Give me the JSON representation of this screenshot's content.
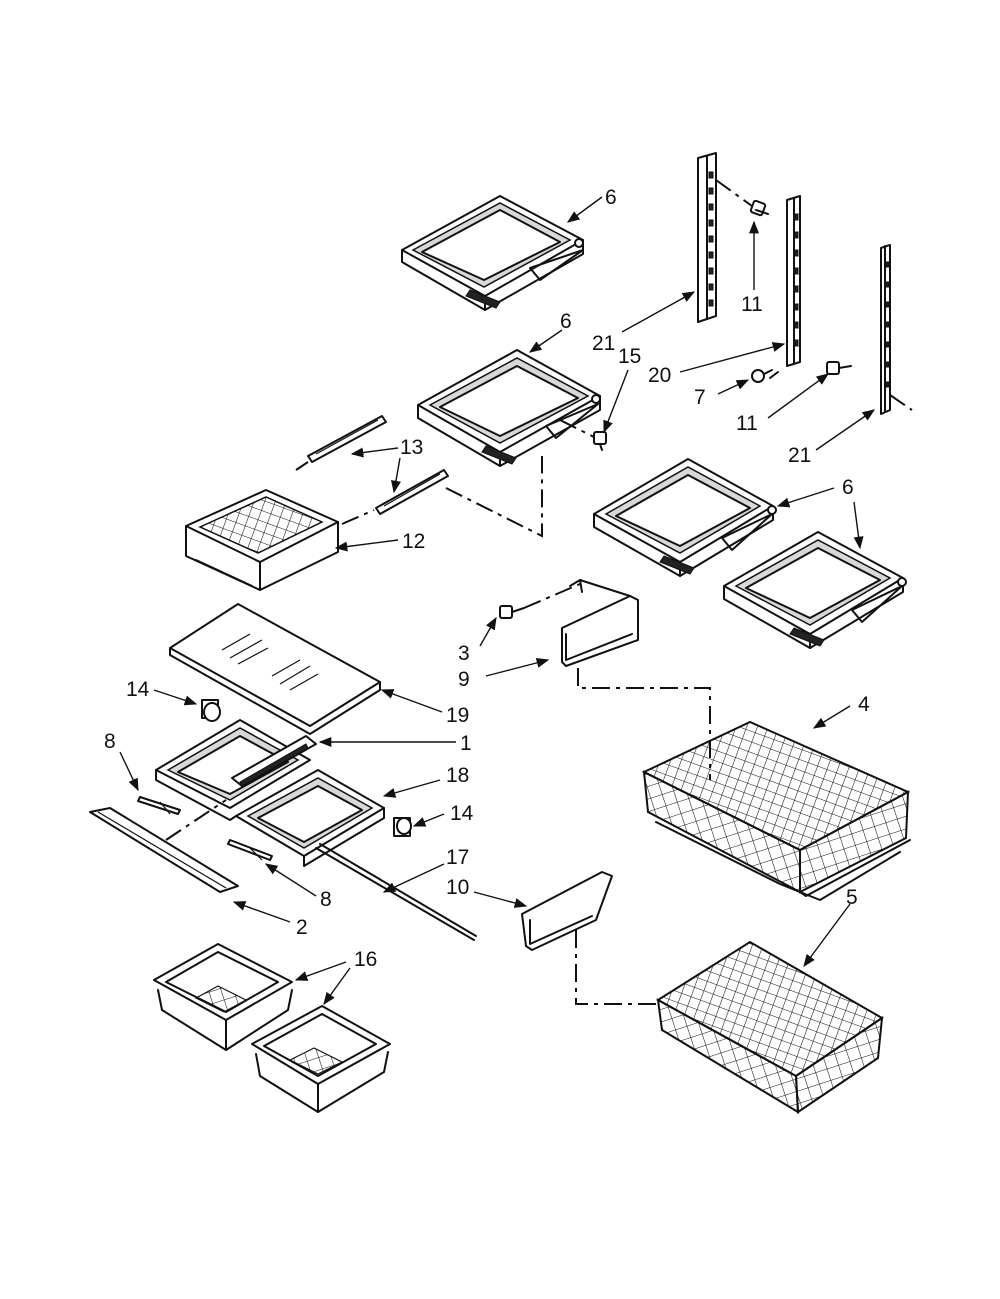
{
  "diagram": {
    "callouts": {
      "c1": "1",
      "c2": "2",
      "c3": "3",
      "c4": "4",
      "c5": "5",
      "c6a": "6",
      "c6b": "6",
      "c6c": "6",
      "c7": "7",
      "c8a": "8",
      "c8b": "8",
      "c9": "9",
      "c10": "10",
      "c11a": "11",
      "c11b": "11",
      "c12": "12",
      "c13": "13",
      "c14a": "14",
      "c14b": "14",
      "c15": "15",
      "c16": "16",
      "c17": "17",
      "c18": "18",
      "c19": "19",
      "c20": "20",
      "c21a": "21",
      "c21b": "21"
    }
  }
}
